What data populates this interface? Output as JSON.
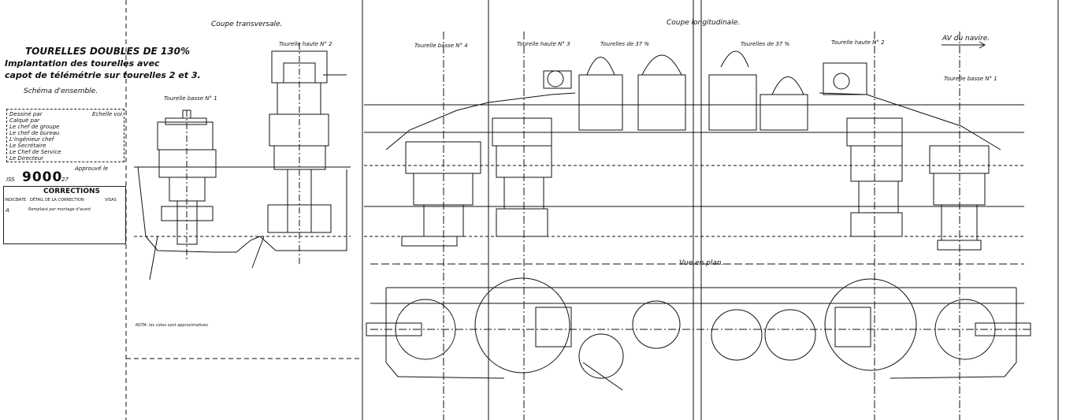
{
  "title_block": {
    "line1": "TOURELLES DOUBLES DE 130%",
    "line2": "Implantation des tourelles avec",
    "line3": "capot de télémétrie sur tourelles 2 et 3.",
    "line4": "Schéma d'ensemble.",
    "rows": [
      "Dessiné par",
      "Calqué par",
      "Le chef de groupe",
      "Le chef de bureau",
      "L'ingénieur chef",
      "Le Secrétaire",
      "Le Chef de Service",
      "Le Directeur"
    ],
    "echelle": "Echelle vol.",
    "approved": "Approuvé le",
    "drawing_number": "9000",
    "drawing_prefix": "ISS",
    "drawing_suffix": "27",
    "corrections_header": "CORRECTIONS",
    "corr_cols": [
      "INDICE",
      "DATE",
      "DÉTAIL DE LA CORRECTION",
      "VISAS"
    ],
    "corr_row_index": "A",
    "corr_row_text": "Remplacé par montage d'avant"
  },
  "labels": {
    "coupe_transversale": "Coupe transversale.",
    "coupe_longitudinale": "Coupe longitudinale.",
    "vue_en_plan": "Vue en plan.",
    "av_du_navire": "AV du navire.",
    "tourelle_basse_1_left": "Tourelle basse N° 1",
    "tourelle_haute_2_left": "Tourelle haute N° 2",
    "tourelle_basse_4": "Tourelle basse N° 4",
    "tourelle_haute_3": "Tourelle haute N° 3",
    "tourelles_37_a": "Tourelles de 37 %",
    "tourelles_37_b": "Tourelles de 37 %",
    "tourelle_haute_2_right": "Tourelle haute N° 2",
    "tourelle_basse_1_right": "Tourelle basse N° 1",
    "note": "NOTA: les cotes sont approximatives"
  },
  "colors": {
    "ink": "#111111",
    "paper": "#ffffff"
  }
}
